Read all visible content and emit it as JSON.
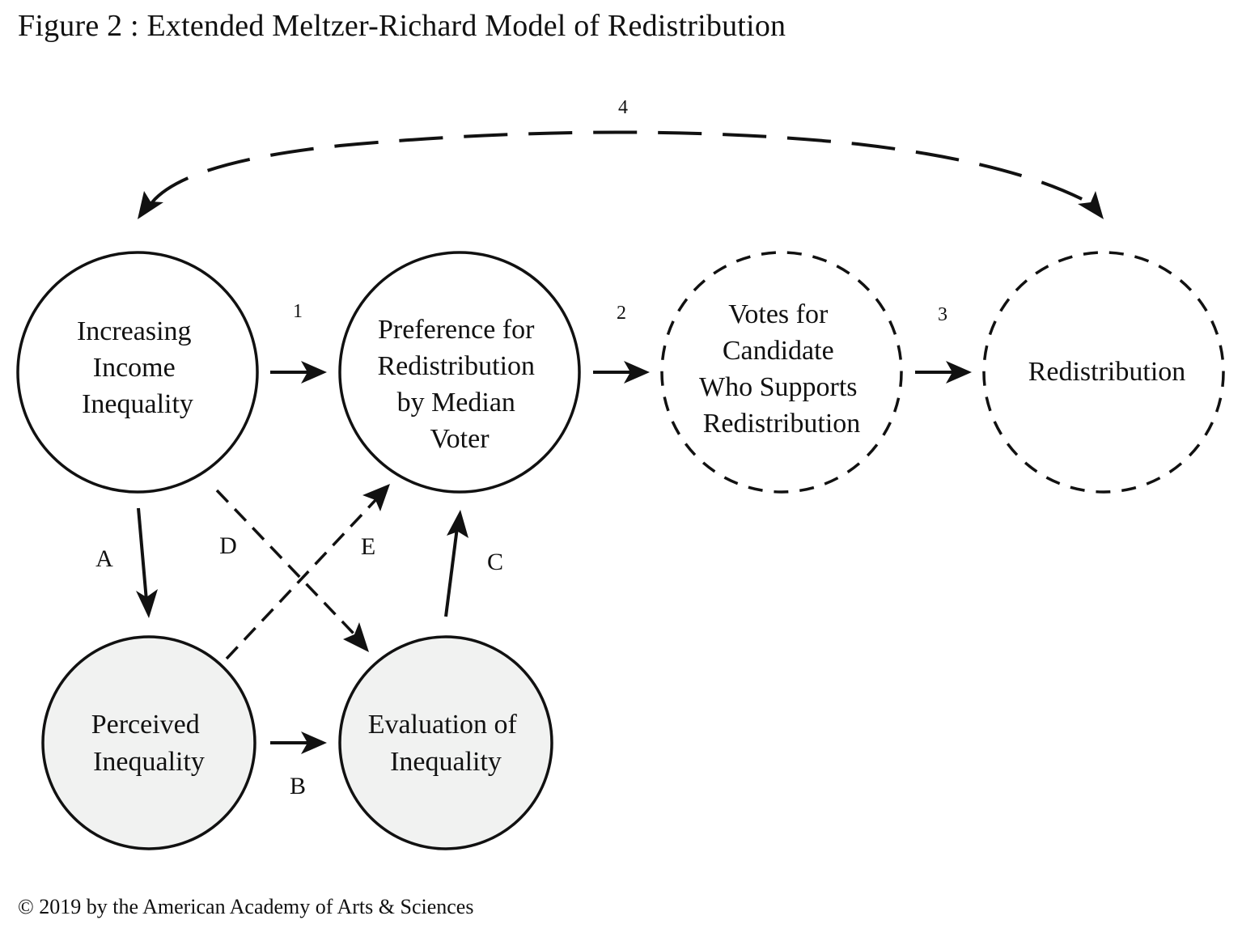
{
  "title": "Figure 2 : Extended Meltzer-Richard Model of Redistribution",
  "copyright": "© 2019 by the American Academy of Arts & Sciences",
  "nodes": {
    "income_inequality": {
      "lines": [
        "Increasing",
        "Income",
        "Inequality"
      ],
      "style": "solid",
      "fill": "#ffffff"
    },
    "preference": {
      "lines": [
        "Preference for",
        "Redistribution",
        "by Median",
        "Voter"
      ],
      "style": "solid",
      "fill": "#ffffff"
    },
    "votes": {
      "lines": [
        "Votes for",
        "Candidate",
        "Who Supports",
        "Redistribution"
      ],
      "style": "dashed",
      "fill": "#ffffff"
    },
    "redistribution": {
      "lines": [
        "Redistribution"
      ],
      "style": "dashed",
      "fill": "#ffffff"
    },
    "perceived": {
      "lines": [
        "Perceived",
        "Inequality"
      ],
      "style": "solid",
      "fill": "#f1f2f1"
    },
    "evaluation": {
      "lines": [
        "Evaluation of",
        "Inequality"
      ],
      "style": "solid",
      "fill": "#f1f2f1"
    }
  },
  "edges": {
    "e1": {
      "label": "1",
      "from": "Increasing Income Inequality",
      "to": "Preference for Redistribution by Median Voter",
      "style": "solid"
    },
    "e2": {
      "label": "2",
      "from": "Preference for Redistribution by Median Voter",
      "to": "Votes for Candidate Who Supports Redistribution",
      "style": "solid"
    },
    "e3": {
      "label": "3",
      "from": "Votes for Candidate Who Supports Redistribution",
      "to": "Redistribution",
      "style": "solid"
    },
    "e4": {
      "label": "4",
      "from": "Redistribution",
      "to": "Increasing Income Inequality",
      "style": "dashed",
      "bidirectional": true
    },
    "eA": {
      "label": "A",
      "from": "Increasing Income Inequality",
      "to": "Perceived Inequality",
      "style": "solid"
    },
    "eB": {
      "label": "B",
      "from": "Perceived Inequality",
      "to": "Evaluation of Inequality",
      "style": "solid"
    },
    "eC": {
      "label": "C",
      "from": "Evaluation of Inequality",
      "to": "Preference for Redistribution by Median Voter",
      "style": "solid"
    },
    "eD": {
      "label": "D",
      "from": "Increasing Income Inequality",
      "to": "Evaluation of Inequality",
      "style": "dashed"
    },
    "eE": {
      "label": "E",
      "from": "Perceived Inequality",
      "to": "Preference for Redistribution by Median Voter",
      "style": "dashed"
    }
  },
  "colors": {
    "stroke": "#111111",
    "shaded_fill": "#f1f2f1",
    "background": "#ffffff"
  }
}
